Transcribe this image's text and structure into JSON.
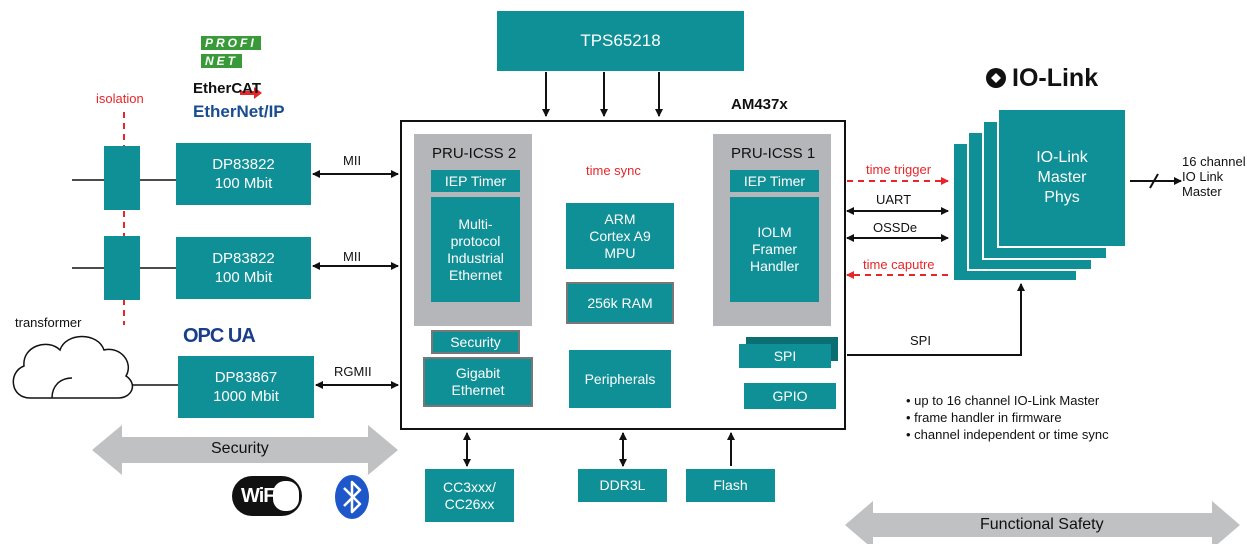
{
  "chip": {
    "name": "AM437x"
  },
  "power": {
    "label": "TPS65218"
  },
  "logos": {
    "profinet": [
      "PROFI",
      "NET"
    ],
    "ethercat": "EtherCAT",
    "ethernetip": "EtherNet/IP",
    "opcua": "OPC UA",
    "iolink": "IO-Link",
    "wifi": "WiFi"
  },
  "left": {
    "isolation": "isolation",
    "transformer": "transformer",
    "phy1": "DP83822\n100 Mbit",
    "phy2": "DP83822\n100 Mbit",
    "phy3": "DP83867\n1000 Mbit",
    "mii1": "MII",
    "mii2": "MII",
    "rgmii": "RGMII"
  },
  "pru2": {
    "title": "PRU-ICSS 2",
    "iep": "IEP Timer",
    "body": "Multi-\nprotocol\nIndustrial\nEthernet"
  },
  "pru1": {
    "title": "PRU-ICSS 1",
    "iep": "IEP Timer",
    "body": "IOLM\nFramer\nHandler"
  },
  "core": {
    "time_sync": "time sync",
    "arm": "ARM\nCortex A9\nMPU",
    "ram": "256k RAM",
    "peripherals": "Peripherals",
    "security": "Security",
    "gigabit": "Gigabit\nEthernet",
    "spi": "SPI",
    "gpio": "GPIO"
  },
  "bottom": {
    "cc": "CC3xxx/\nCC26xx",
    "ddr": "DDR3L",
    "flash": "Flash"
  },
  "signals": {
    "time_trigger": "time trigger",
    "uart": "UART",
    "ossde": "OSSDe",
    "time_capture": "time caputre",
    "spi": "SPI"
  },
  "iolink_master": {
    "label": "IO-Link\nMaster\nPhys",
    "out": "16 channel\nIO Link\nMaster"
  },
  "bullets": [
    "• up to 16 channel IO-Link Master",
    "• frame handler in firmware",
    "• channel independent or time sync"
  ],
  "arrows": {
    "security": "Security",
    "functional_safety": "Functional Safety"
  },
  "colors": {
    "teal": "#0f8f96",
    "gray": "#b5b6b9",
    "red": "#e8262a",
    "dark_teal": "#0b6e73"
  }
}
